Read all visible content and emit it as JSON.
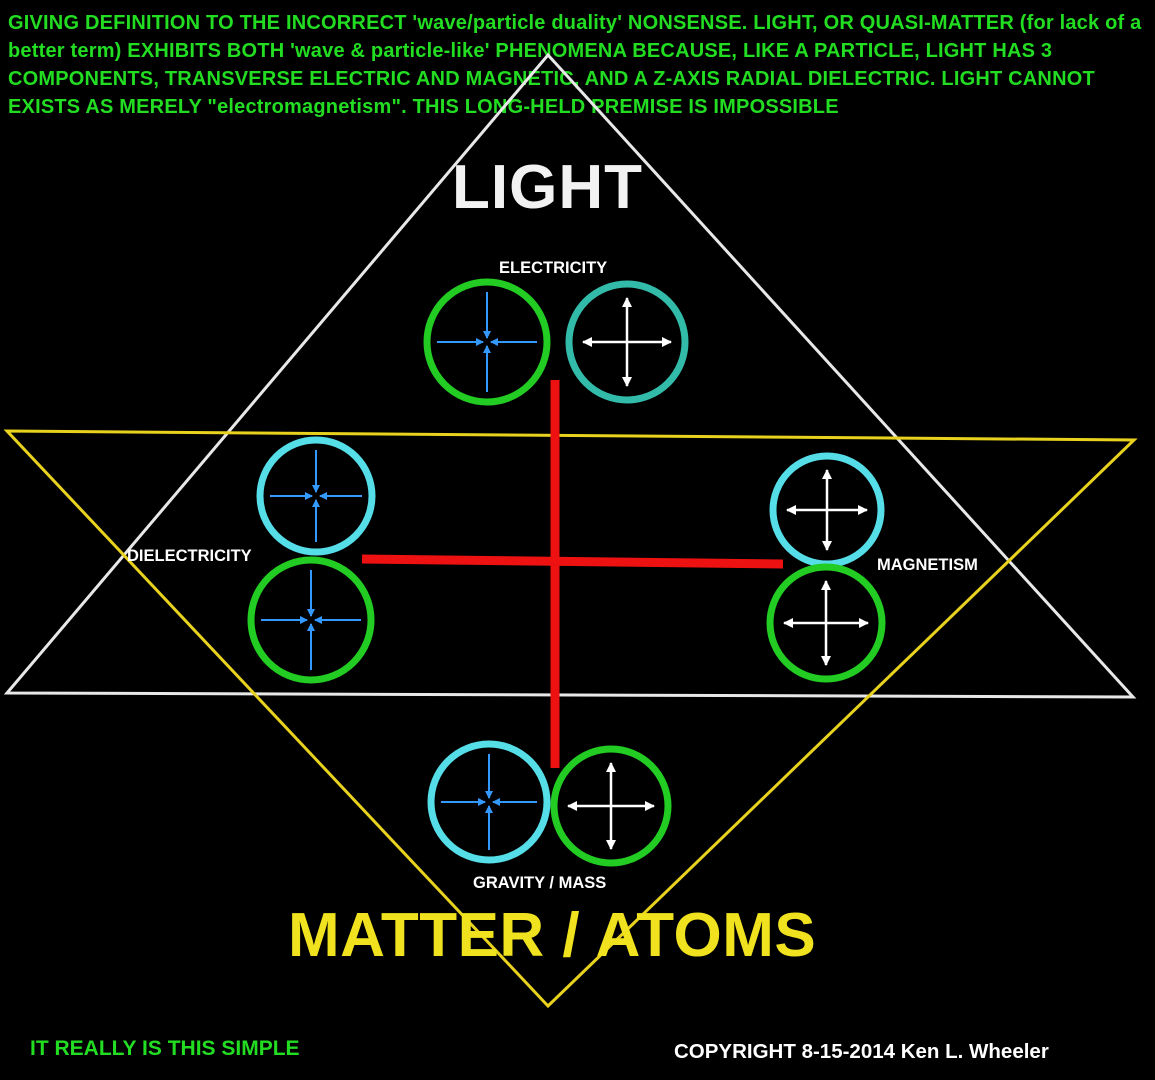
{
  "header": {
    "text": "GIVING DEFINITION TO THE INCORRECT 'wave/particle duality' NONSENSE. LIGHT, OR QUASI-MATTER (for lack of a better term) EXHIBITS BOTH 'wave & particle-like' PHENOMENA BECAUSE, LIKE A PARTICLE, LIGHT HAS 3 COMPONENTS, TRANSVERSE ELECTRIC AND MAGNETIC, AND A Z-AXIS RADIAL DIELECTRIC. LIGHT CANNOT EXISTS AS MERELY \"electromagnetism\". THIS LONG-HELD PREMISE IS IMPOSSIBLE"
  },
  "top_label": "LIGHT",
  "bottom_label": "MATTER / ATOMS",
  "labels": {
    "electricity": "ELECTRICITY",
    "dielectricity": "DIELECTRICITY",
    "magnetism": "MAGNETISM",
    "gravity": "GRAVITY / MASS"
  },
  "footer": {
    "left": "IT REALLY IS THIS SIMPLE",
    "right": "COPYRIGHT 8-15-2014 Ken L. Wheeler"
  },
  "colors": {
    "background": "#000000",
    "header_text": "#22dd22",
    "white_triangle": "#e8e8e8",
    "yellow_triangle": "#e8d21e",
    "red_cross": "#ee1111",
    "green_ring": "#22cc22",
    "cyan_ring": "#55dde8",
    "teal_ring": "#33bbaa",
    "inward_arrow": "#3399ff",
    "outward_arrow": "#ffffff"
  }
}
